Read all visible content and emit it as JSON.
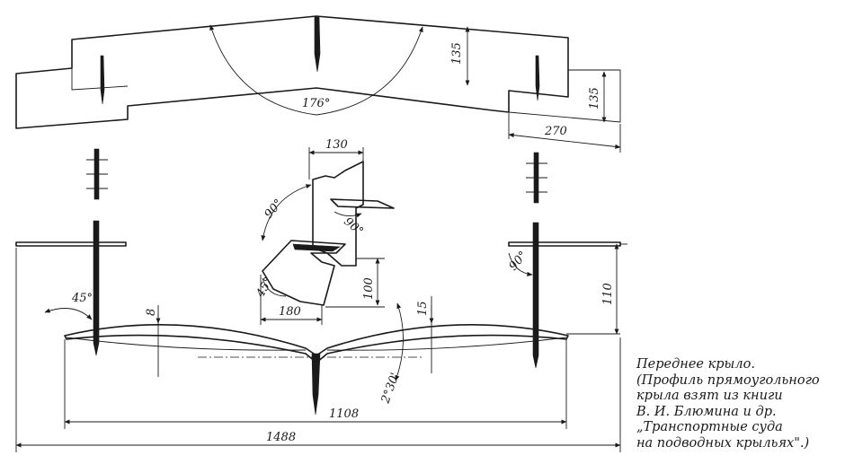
{
  "caption": {
    "lines": [
      "Переднее крыло.",
      "(Профиль прямоугольного",
      "крыла взят из книги",
      "В. И. Блюмина и др.",
      "„Транспортные суда",
      "на подводных крыльях\".)"
    ]
  },
  "dimensions": {
    "top_angle": "176°",
    "top_height": "135",
    "right_height": "135",
    "right_width": "270",
    "profile_width": "130",
    "profile_angle_left": "90°",
    "profile_angle_right": "90°",
    "profile_angle_bottom": "45°",
    "profile_height": "100",
    "profile_length": "180",
    "left_angle": "45°",
    "camber_left": "8",
    "camber_right": "15",
    "attack_angle": "2°30'",
    "right_strut_angle": "90°",
    "right_height_110": "110",
    "span_inner": "1108",
    "span_total": "1488"
  }
}
